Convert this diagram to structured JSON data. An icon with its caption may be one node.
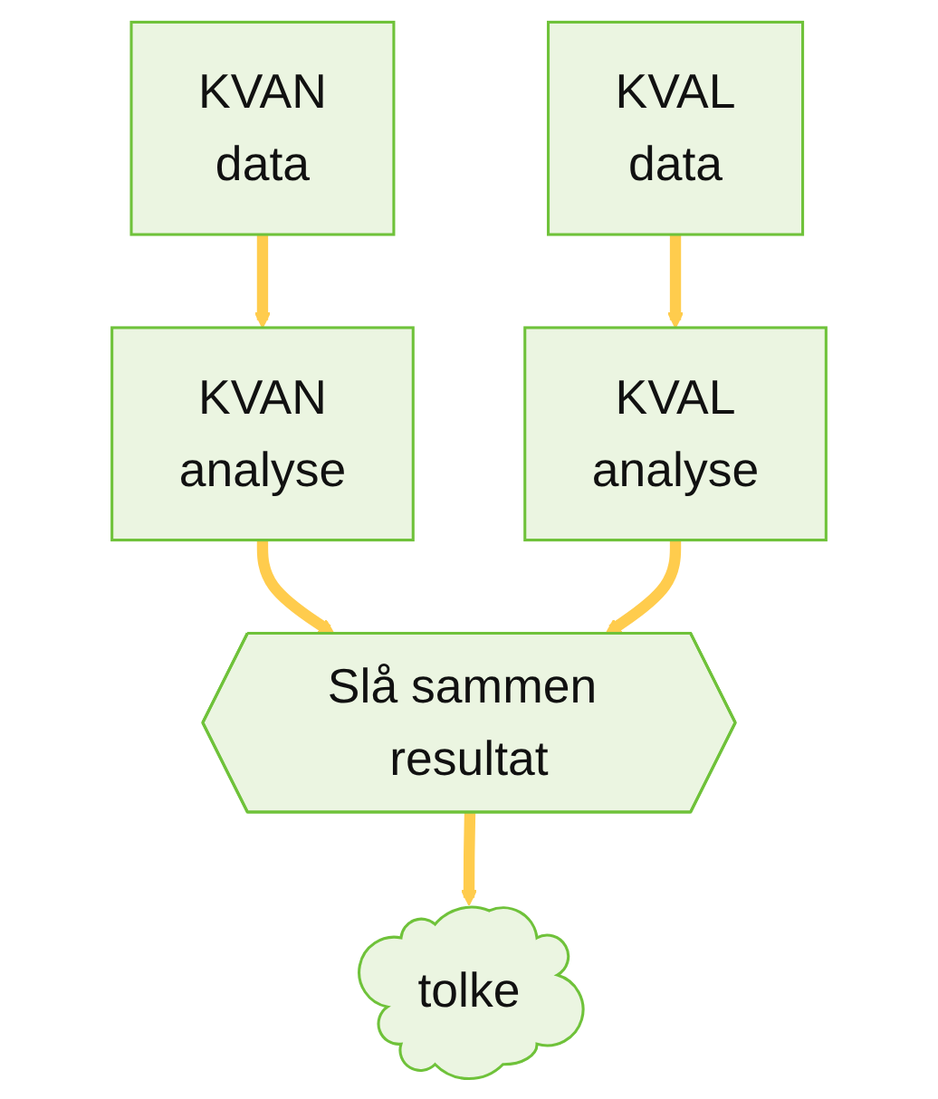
{
  "diagram": {
    "nodes": [
      {
        "text": [
          "KVAN",
          "data"
        ]
      },
      {
        "text": [
          "KVAL",
          "data"
        ]
      },
      {
        "text": [
          "KVAN",
          "analyse"
        ]
      },
      {
        "text": [
          "KVAL",
          "analyse"
        ]
      },
      {
        "text": [
          "Slå sammen resultat"
        ]
      },
      {
        "text": [
          "tolke"
        ]
      }
    ],
    "edges": [
      {
        "from": 0,
        "to": 2,
        "arrow": "to"
      },
      {
        "from": 1,
        "to": 3,
        "arrow": "to"
      },
      {
        "from": 2,
        "to": 4,
        "arrow": "to"
      },
      {
        "from": 3,
        "to": 4,
        "arrow": "to"
      },
      {
        "from": 4,
        "to": 5,
        "arrow": "to"
      }
    ]
  }
}
